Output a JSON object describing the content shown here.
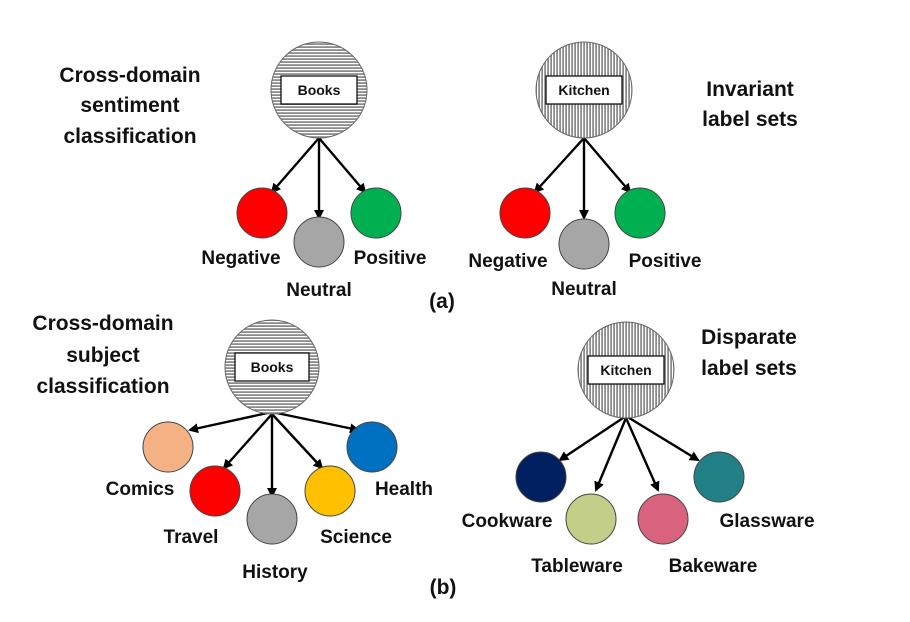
{
  "panel_a": {
    "caption": "(a)",
    "left_heading": [
      "Cross-domain",
      "sentiment",
      "classification"
    ],
    "right_heading": [
      "Invariant",
      "label sets"
    ],
    "left_tree": {
      "root_label": "Books",
      "leaves": [
        {
          "label": "Negative",
          "color": "#ff0000"
        },
        {
          "label": "Neutral",
          "color": "#a6a6a6"
        },
        {
          "label": "Positive",
          "color": "#00b050"
        }
      ]
    },
    "right_tree": {
      "root_label": "Kitchen",
      "leaves": [
        {
          "label": "Negative",
          "color": "#ff0000"
        },
        {
          "label": "Neutral",
          "color": "#a6a6a6"
        },
        {
          "label": "Positive",
          "color": "#00b050"
        }
      ]
    }
  },
  "panel_b": {
    "caption": "(b)",
    "left_heading": [
      "Cross-domain",
      "subject",
      "classification"
    ],
    "right_heading": [
      "Disparate",
      "label sets"
    ],
    "left_tree": {
      "root_label": "Books",
      "leaves": [
        {
          "label": "Comics",
          "color": "#f4b183"
        },
        {
          "label": "Travel",
          "color": "#ff0000"
        },
        {
          "label": "History",
          "color": "#a6a6a6"
        },
        {
          "label": "Science",
          "color": "#ffc000"
        },
        {
          "label": "Health",
          "color": "#0070c0"
        }
      ]
    },
    "right_tree": {
      "root_label": "Kitchen",
      "leaves": [
        {
          "label": "Cookware",
          "color": "#002060"
        },
        {
          "label": "Tableware",
          "color": "#c3cf88"
        },
        {
          "label": "Bakeware",
          "color": "#d9627e"
        },
        {
          "label": "Glassware",
          "color": "#217f86"
        }
      ]
    }
  },
  "colors": {
    "root_fill": "#8c8c8c",
    "stripe": "#ffffff",
    "edge": "#000000"
  }
}
